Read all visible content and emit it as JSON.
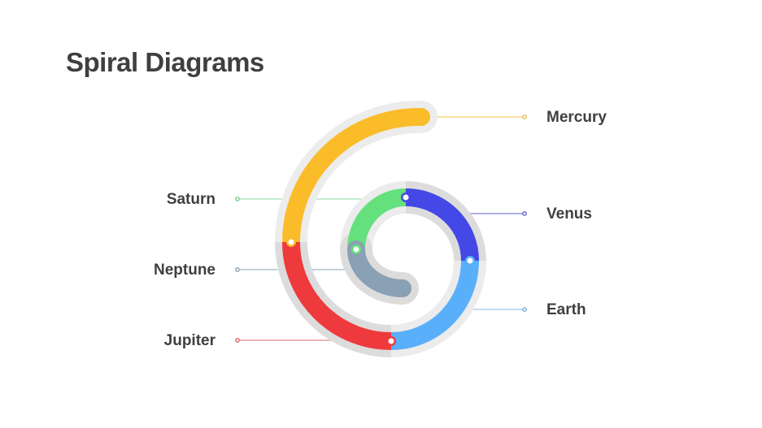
{
  "title": "Spiral Diagrams",
  "chart_data": {
    "type": "spiral",
    "title": "Spiral Diagrams",
    "segments": [
      {
        "name": "Mercury",
        "color": "#fbbc2a",
        "side": "right",
        "order": 1
      },
      {
        "name": "Jupiter",
        "color": "#ee3a3c",
        "side": "left",
        "order": 2
      },
      {
        "name": "Earth",
        "color": "#5aaffb",
        "side": "right",
        "order": 3
      },
      {
        "name": "Venus",
        "color": "#4448e6",
        "side": "right",
        "order": 4
      },
      {
        "name": "Saturn",
        "color": "#64e07c",
        "side": "left",
        "order": 5
      },
      {
        "name": "Neptune",
        "color": "#8aa0b4",
        "side": "left",
        "order": 6
      }
    ]
  },
  "labels": {
    "mercury": "Mercury",
    "venus": "Venus",
    "earth": "Earth",
    "saturn": "Saturn",
    "neptune": "Neptune",
    "jupiter": "Jupiter"
  },
  "colors": {
    "mercury": "#fbbc2a",
    "jupiter": "#ee3a3c",
    "earth": "#5aaffb",
    "venus": "#4448e6",
    "saturn": "#64e07c",
    "neptune": "#8aa0b4",
    "halo_light": "#ececec",
    "halo_dark": "#dcdcdc",
    "text": "#3f3f3f"
  }
}
